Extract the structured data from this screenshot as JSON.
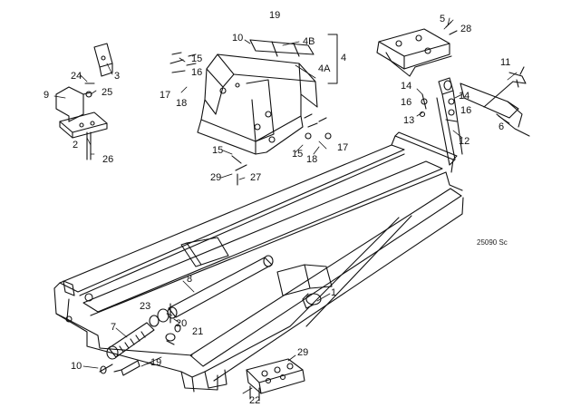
{
  "diagram": {
    "reference_code": "25090 Sc",
    "line_color": "#111111",
    "background": "#ffffff"
  },
  "callouts": [
    {
      "id": "c-1",
      "text": "1"
    },
    {
      "id": "c-2",
      "text": "2"
    },
    {
      "id": "c-3",
      "text": "3"
    },
    {
      "id": "c-4",
      "text": "4"
    },
    {
      "id": "c-4a",
      "text": "4A"
    },
    {
      "id": "c-4b",
      "text": "4B"
    },
    {
      "id": "c-5",
      "text": "5"
    },
    {
      "id": "c-6",
      "text": "6"
    },
    {
      "id": "c-7",
      "text": "7"
    },
    {
      "id": "c-8",
      "text": "8"
    },
    {
      "id": "c-9",
      "text": "9"
    },
    {
      "id": "c-10-top",
      "text": "10"
    },
    {
      "id": "c-10-bottom",
      "text": "10"
    },
    {
      "id": "c-11",
      "text": "11"
    },
    {
      "id": "c-12",
      "text": "12"
    },
    {
      "id": "c-13",
      "text": "13"
    },
    {
      "id": "c-14-left",
      "text": "14"
    },
    {
      "id": "c-14-right",
      "text": "14"
    },
    {
      "id": "c-15-top",
      "text": "15"
    },
    {
      "id": "c-15-mid",
      "text": "15"
    },
    {
      "id": "c-15-right",
      "text": "15"
    },
    {
      "id": "c-16-left",
      "text": "16"
    },
    {
      "id": "c-16-right",
      "text": "16"
    },
    {
      "id": "c-16-lower",
      "text": "16"
    },
    {
      "id": "c-17-left",
      "text": "17"
    },
    {
      "id": "c-17-right",
      "text": "17"
    },
    {
      "id": "c-18-left",
      "text": "18"
    },
    {
      "id": "c-18-right",
      "text": "18"
    },
    {
      "id": "c-19-top",
      "text": "19"
    },
    {
      "id": "c-19-bottom",
      "text": "19"
    },
    {
      "id": "c-20",
      "text": "20"
    },
    {
      "id": "c-21",
      "text": "21"
    },
    {
      "id": "c-22",
      "text": "22"
    },
    {
      "id": "c-23",
      "text": "23"
    },
    {
      "id": "c-24",
      "text": "24"
    },
    {
      "id": "c-25",
      "text": "25"
    },
    {
      "id": "c-26",
      "text": "26"
    },
    {
      "id": "c-27",
      "text": "27"
    },
    {
      "id": "c-28",
      "text": "28"
    },
    {
      "id": "c-29-mid",
      "text": "29"
    },
    {
      "id": "c-29-bottom",
      "text": "29"
    }
  ]
}
